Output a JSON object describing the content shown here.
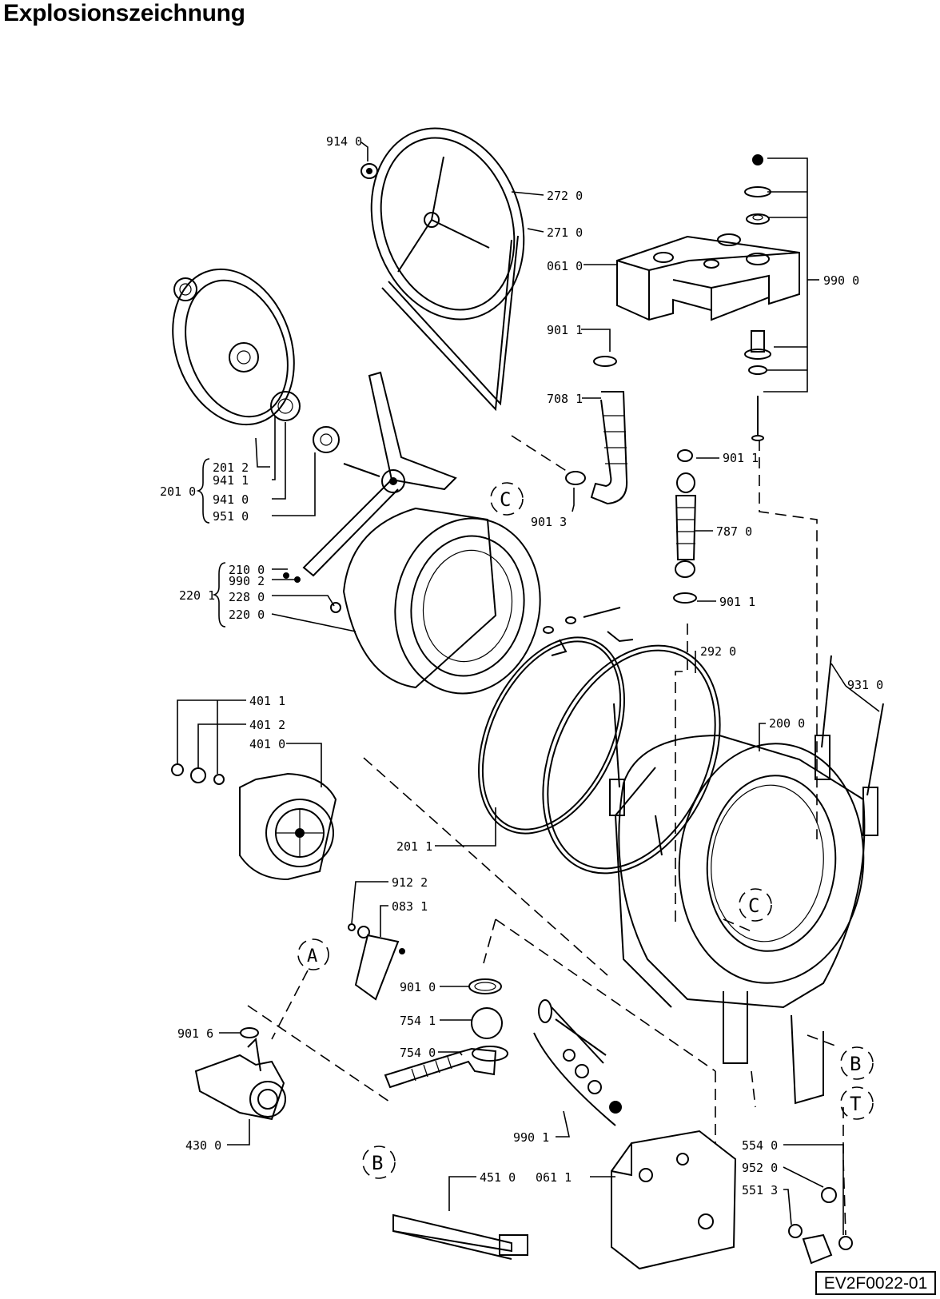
{
  "title": "Explosionszeichnung",
  "drawing_code": "EV2F0022-01",
  "labels": {
    "l9140": "914 0",
    "l2720": "272 0",
    "l2710": "271 0",
    "l0610": "061 0",
    "l9900a": "990 0",
    "l9011a": "901 1",
    "l7081": "708 1",
    "l9011b": "901 1",
    "l9013": "901 3",
    "l7870": "787 0",
    "l9011c": "901 1",
    "l2010": "201 0",
    "l2012": "201 2",
    "l9411": "941 1",
    "l9410": "941 0",
    "l9510": "951 0",
    "l2201": "220 1",
    "l2100": "210 0",
    "l9902": "990 2",
    "l2280": "228 0",
    "l2200": "220 0",
    "l2920": "292 0",
    "l9310": "931 0",
    "l2000": "200 0",
    "l4011": "401 1",
    "l4012": "401 2",
    "l4010": "401 0",
    "l2011": "201 1",
    "l9122": "912 2",
    "l0831": "083 1",
    "l9010": "901 0",
    "l7541": "754 1",
    "l7540": "754 0",
    "l9016": "901 6",
    "l4300": "430 0",
    "l9901": "990 1",
    "l4510": "451 0",
    "l0611": "061 1",
    "l5540": "554 0",
    "l9520": "952 0",
    "l5513": "551 3"
  },
  "callouts": {
    "c_top": "C",
    "c_mid": "C",
    "a": "A",
    "b_right": "B",
    "t": "T",
    "b_bottom": "B"
  }
}
